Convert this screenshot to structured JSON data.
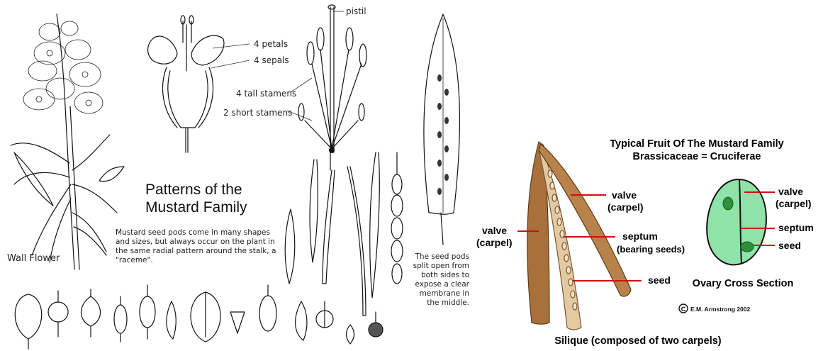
{
  "left_panel": {
    "title_line1": "Patterns of the",
    "title_line2": "Mustard Family",
    "label_wallflower": "Wall Flower",
    "label_pistil": "pistil",
    "label_petals": "4 petals",
    "label_sepals": "4 sepals",
    "label_tall_stamens": "4 tall stamens",
    "label_short_stamens": "2 short stamens",
    "caption_pods": [
      "Mustard seed pods  come in many shapes",
      "and sizes, but always occur on the plant in",
      "the same radial pattern around the stalk, a",
      "\"raceme\"."
    ],
    "caption_split": [
      "The seed pods",
      "split open from",
      "both sides to",
      "expose a clear",
      "membrane in",
      "the middle."
    ]
  },
  "right_panel": {
    "title_line1": "Typical Fruit Of The Mustard Family",
    "title_line2": "Brassicaceae = Cruciferae",
    "valve_left_1": "valve",
    "valve_left_2": "(carpel)",
    "valve_center_1": "valve",
    "valve_center_2": "(carpel)",
    "septum_1": "septum",
    "septum_2": "(bearing seeds)",
    "seed": "seed",
    "xs_valve_1": "valve",
    "xs_valve_2": "(carpel)",
    "xs_septum": "septum",
    "xs_seed": "seed",
    "xs_caption": "Ovary Cross Section",
    "copyright": "E.M. Armstrong 2002",
    "bottom_caption": "Silique  (composed of two carpels)"
  },
  "colors": {
    "valve_brown": "#a8703a",
    "septum_tan": "#e3c9a2",
    "ovary_green": "#8fe3a8",
    "seed_green": "#2f8f3a",
    "leader_red": "#cc1111"
  }
}
